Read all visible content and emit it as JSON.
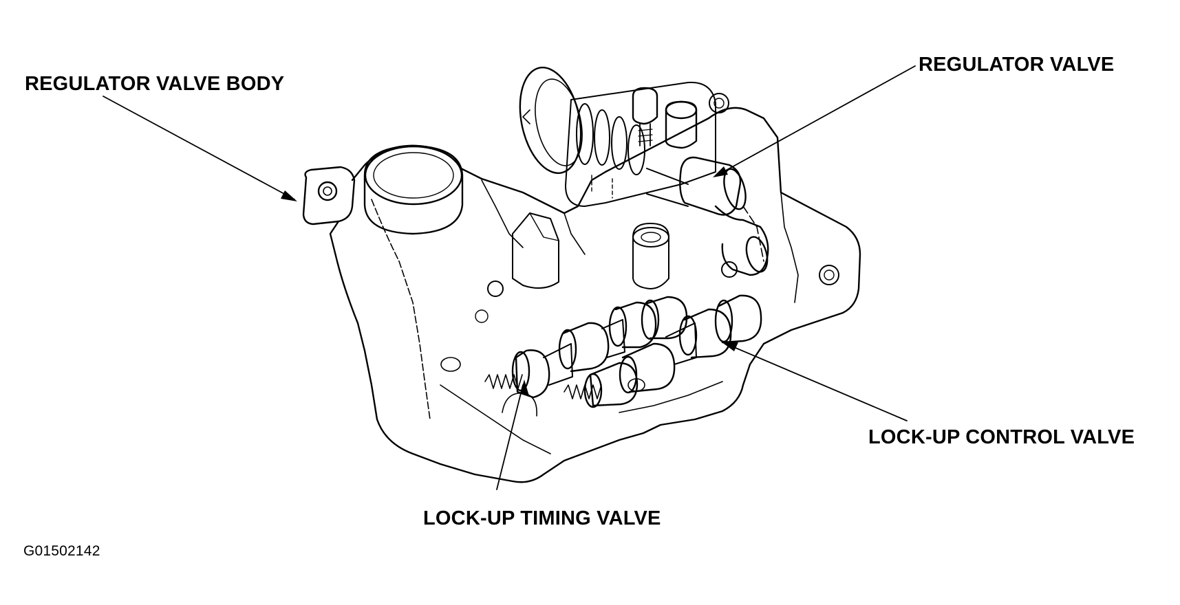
{
  "labels": {
    "regulator_valve_body": "REGULATOR VALVE BODY",
    "regulator_valve": "REGULATOR VALVE",
    "lock_up_control_valve": "LOCK-UP CONTROL VALVE",
    "lock_up_timing_valve": "LOCK-UP TIMING VALVE"
  },
  "figure_code": "G01502142",
  "colors": {
    "ink": "#000000",
    "paper": "#ffffff"
  }
}
